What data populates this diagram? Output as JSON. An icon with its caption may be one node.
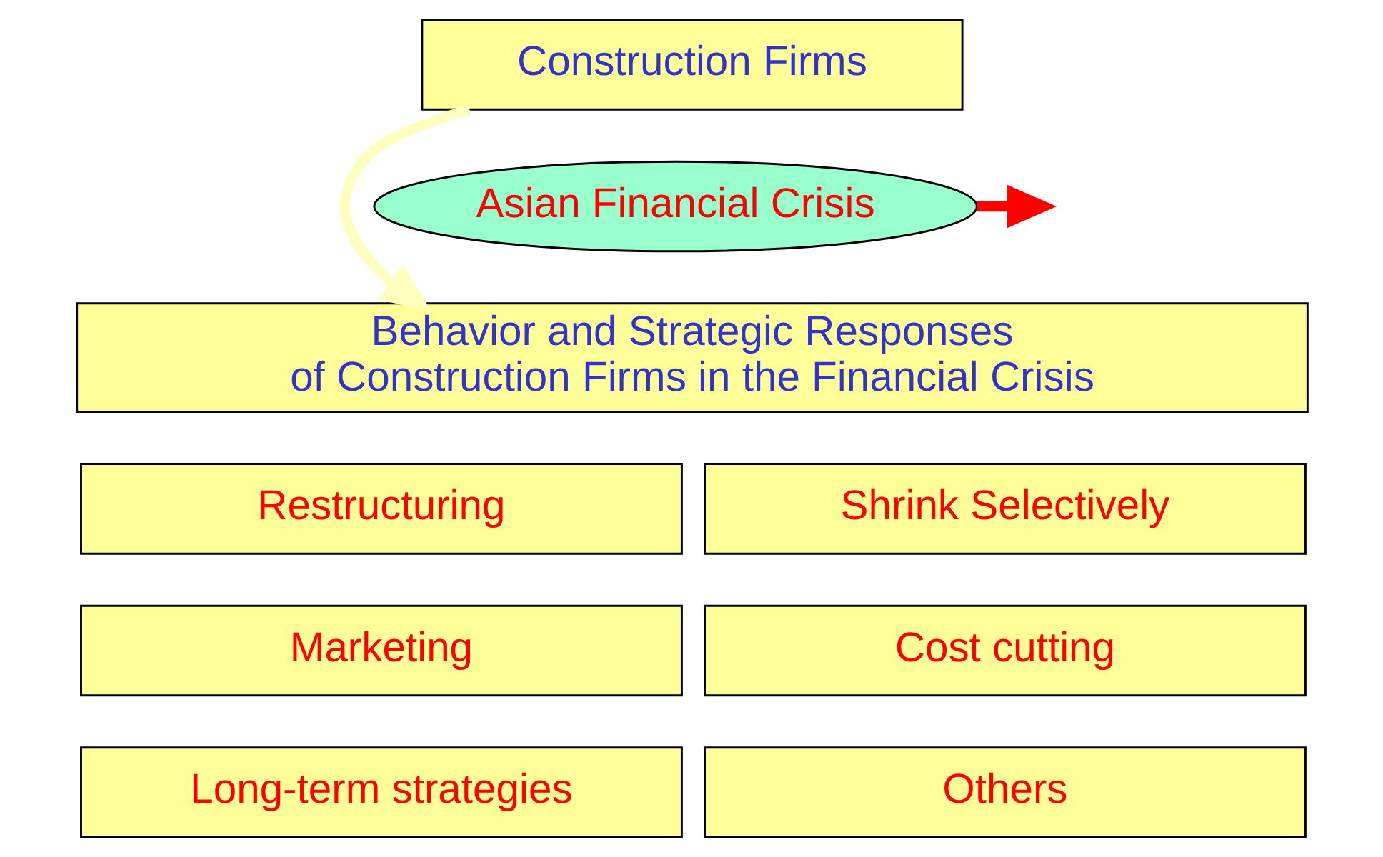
{
  "diagram": {
    "nodes": [
      {
        "text": [
          "Construction Firms"
        ]
      },
      {
        "text": [
          "Asian Financial Crisis"
        ]
      },
      {
        "text": [
          "Behavior and Strategic Responses of Construction Firms in the Financial Crisis"
        ]
      },
      {
        "text": [
          "Restructuring"
        ]
      },
      {
        "text": [
          "Shrink Selectively"
        ]
      },
      {
        "text": [
          "Marketing"
        ]
      },
      {
        "text": [
          "Cost cutting"
        ]
      },
      {
        "text": [
          "Long-term strategies"
        ]
      },
      {
        "text": [
          "Others"
        ]
      }
    ],
    "edges": [
      {
        "from": 0,
        "to": 2,
        "arrow": "to",
        "color": "#ffffc0"
      },
      {
        "from": 1,
        "to": null,
        "arrow": "to",
        "color": "#ff0000"
      }
    ]
  }
}
